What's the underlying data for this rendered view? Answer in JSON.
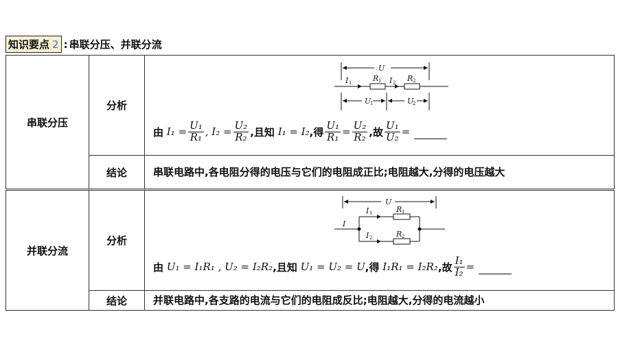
{
  "header": {
    "tag_label": "知识要点",
    "tag_number": "2",
    "colon": ":",
    "title": "串联分压、并联分流"
  },
  "series": {
    "row_label": "串联分压",
    "analysis_label": "分析",
    "conclusion_label": "结论",
    "diagram": {
      "U": "U",
      "I1": "I",
      "R1": "R",
      "I2": "I",
      "R2": "R",
      "U1": "U",
      "U2": "U",
      "sub1": "1",
      "sub2": "2"
    },
    "formula": {
      "lead": "由",
      "part1_lhs": "I₁ =",
      "frac1_num": "U₁",
      "frac1_den": "R₁",
      "comma1": ", I₂ =",
      "frac2_num": "U₂",
      "frac2_den": "R₂",
      "mid": ",且知",
      "eq": "I₁ = I₂",
      "get": ",得",
      "frac3_num": "U₁",
      "frac3_den": "R₁",
      "eq2": "=",
      "frac4_num": "U₂",
      "frac4_den": "R₂",
      "so": ",故",
      "frac5_num": "U₁",
      "frac5_den": "U₂",
      "eq3": "="
    },
    "conclusion": "串联电路中,各电阻分得的电压与它们的电阻成正比;电阻越大,分得的电压越大"
  },
  "parallel": {
    "row_label": "并联分流",
    "analysis_label": "分析",
    "conclusion_label": "结论",
    "diagram": {
      "U": "U",
      "I": "I",
      "I1": "I",
      "R1": "R",
      "I2": "I",
      "R2": "R",
      "sub1": "1",
      "sub2": "2"
    },
    "formula": {
      "lead": "由",
      "part1": "U₁ = I₁R₁ , U₂ = I₂R₂",
      "mid": ",且知",
      "eq": "U₁ = U₂ = U",
      "get": ",得",
      "eq2": "I₁R₁ = I₂R₂",
      "so": ",故",
      "frac_num": "I₁",
      "frac_den": "I₂",
      "eq3": "="
    },
    "conclusion": "并联电路中,各支路的电流与它们的电阻成反比;电阻越大,分得的电流越小"
  }
}
